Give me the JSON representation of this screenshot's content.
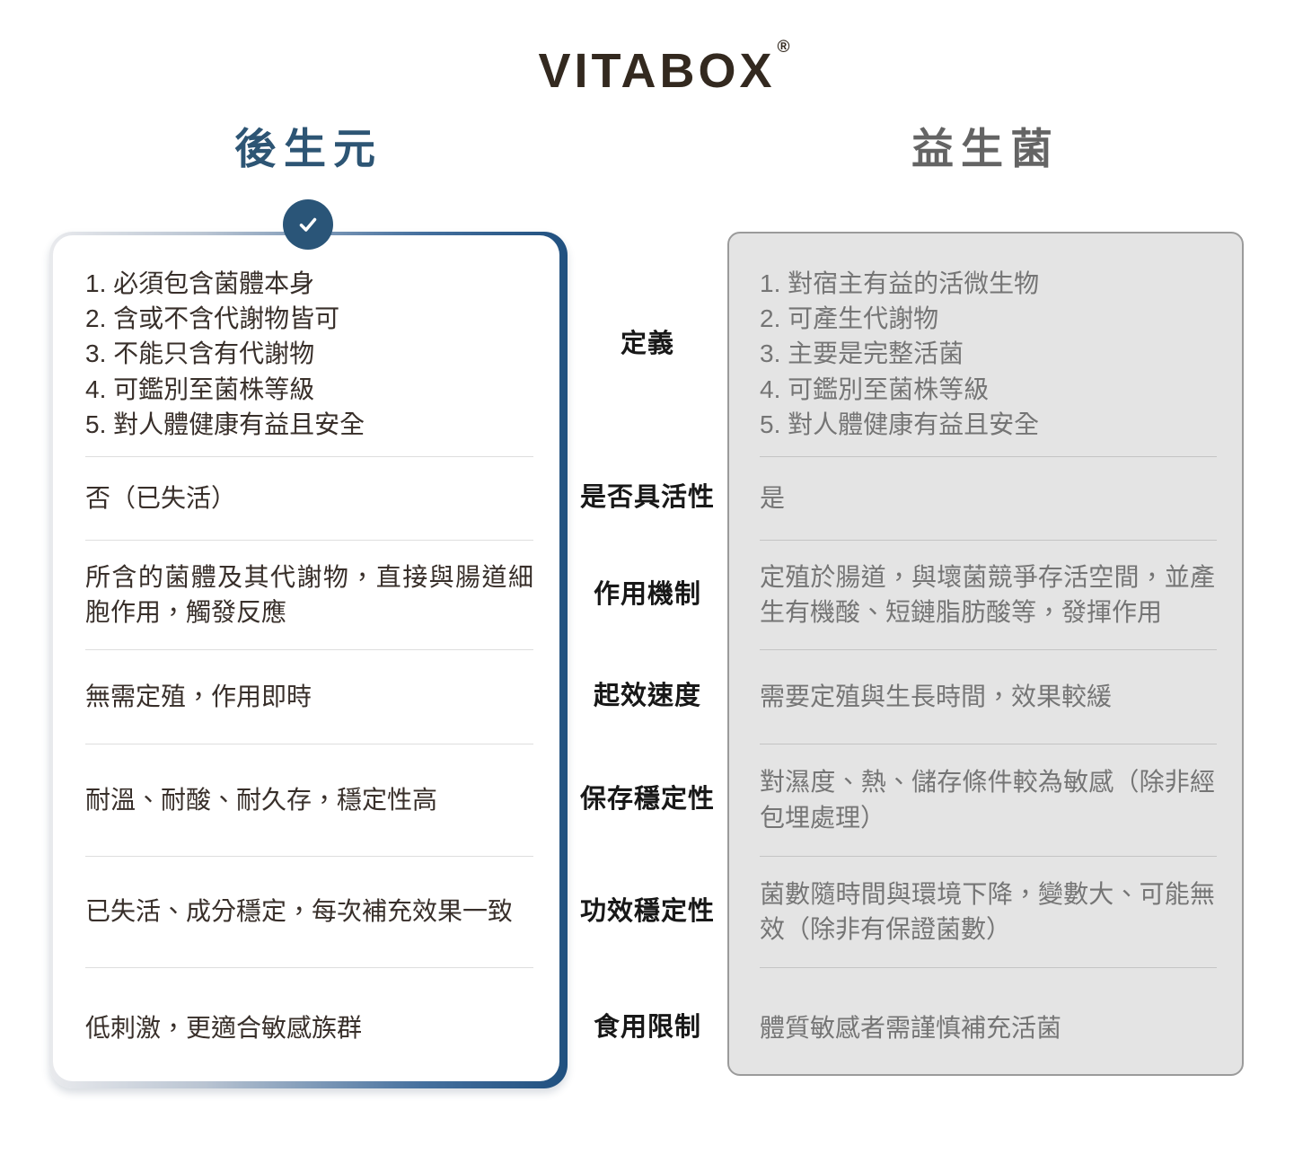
{
  "logo": {
    "text": "VITABOX",
    "registered": "®"
  },
  "columns": {
    "left": {
      "title": "後生元",
      "accent": "#2d5574"
    },
    "right": {
      "title": "益生菌",
      "accent": "#646464"
    }
  },
  "icons": {
    "check": "checkmark"
  },
  "rows": [
    {
      "label": "定義",
      "left": "1. 必須包含菌體本身\n2. 含或不含代謝物皆可\n3. 不能只含有代謝物\n4. 可鑑別至菌株等級\n5. 對人體健康有益且安全",
      "right": "1. 對宿主有益的活微生物\n2. 可產生代謝物\n3. 主要是完整活菌\n4. 可鑑別至菌株等級\n5. 對人體健康有益且安全"
    },
    {
      "label": "是否具活性",
      "left": "否（已失活）",
      "right": "是"
    },
    {
      "label": "作用機制",
      "left": "所含的菌體及其代謝物，直接與腸道細胞作用，觸發反應",
      "right": "定殖於腸道，與壞菌競爭存活空間，並產生有機酸、短鏈脂肪酸等，發揮作用"
    },
    {
      "label": "起效速度",
      "left": "無需定殖，作用即時",
      "right": "需要定殖與生長時間，效果較緩"
    },
    {
      "label": "保存穩定性",
      "left": "耐溫、耐酸、耐久存，穩定性高",
      "right": "對濕度、熱、儲存條件較為敏感（除非經包埋處理）"
    },
    {
      "label": "功效穩定性",
      "left": "已失活、成分穩定，每次補充效果一致",
      "right": "菌數隨時間與環境下降，變數大、可能無效（除非有保證菌數）"
    },
    {
      "label": "食用限制",
      "left": "低刺激，更適合敏感族群",
      "right": "體質敏感者需謹慎補充活菌"
    }
  ]
}
